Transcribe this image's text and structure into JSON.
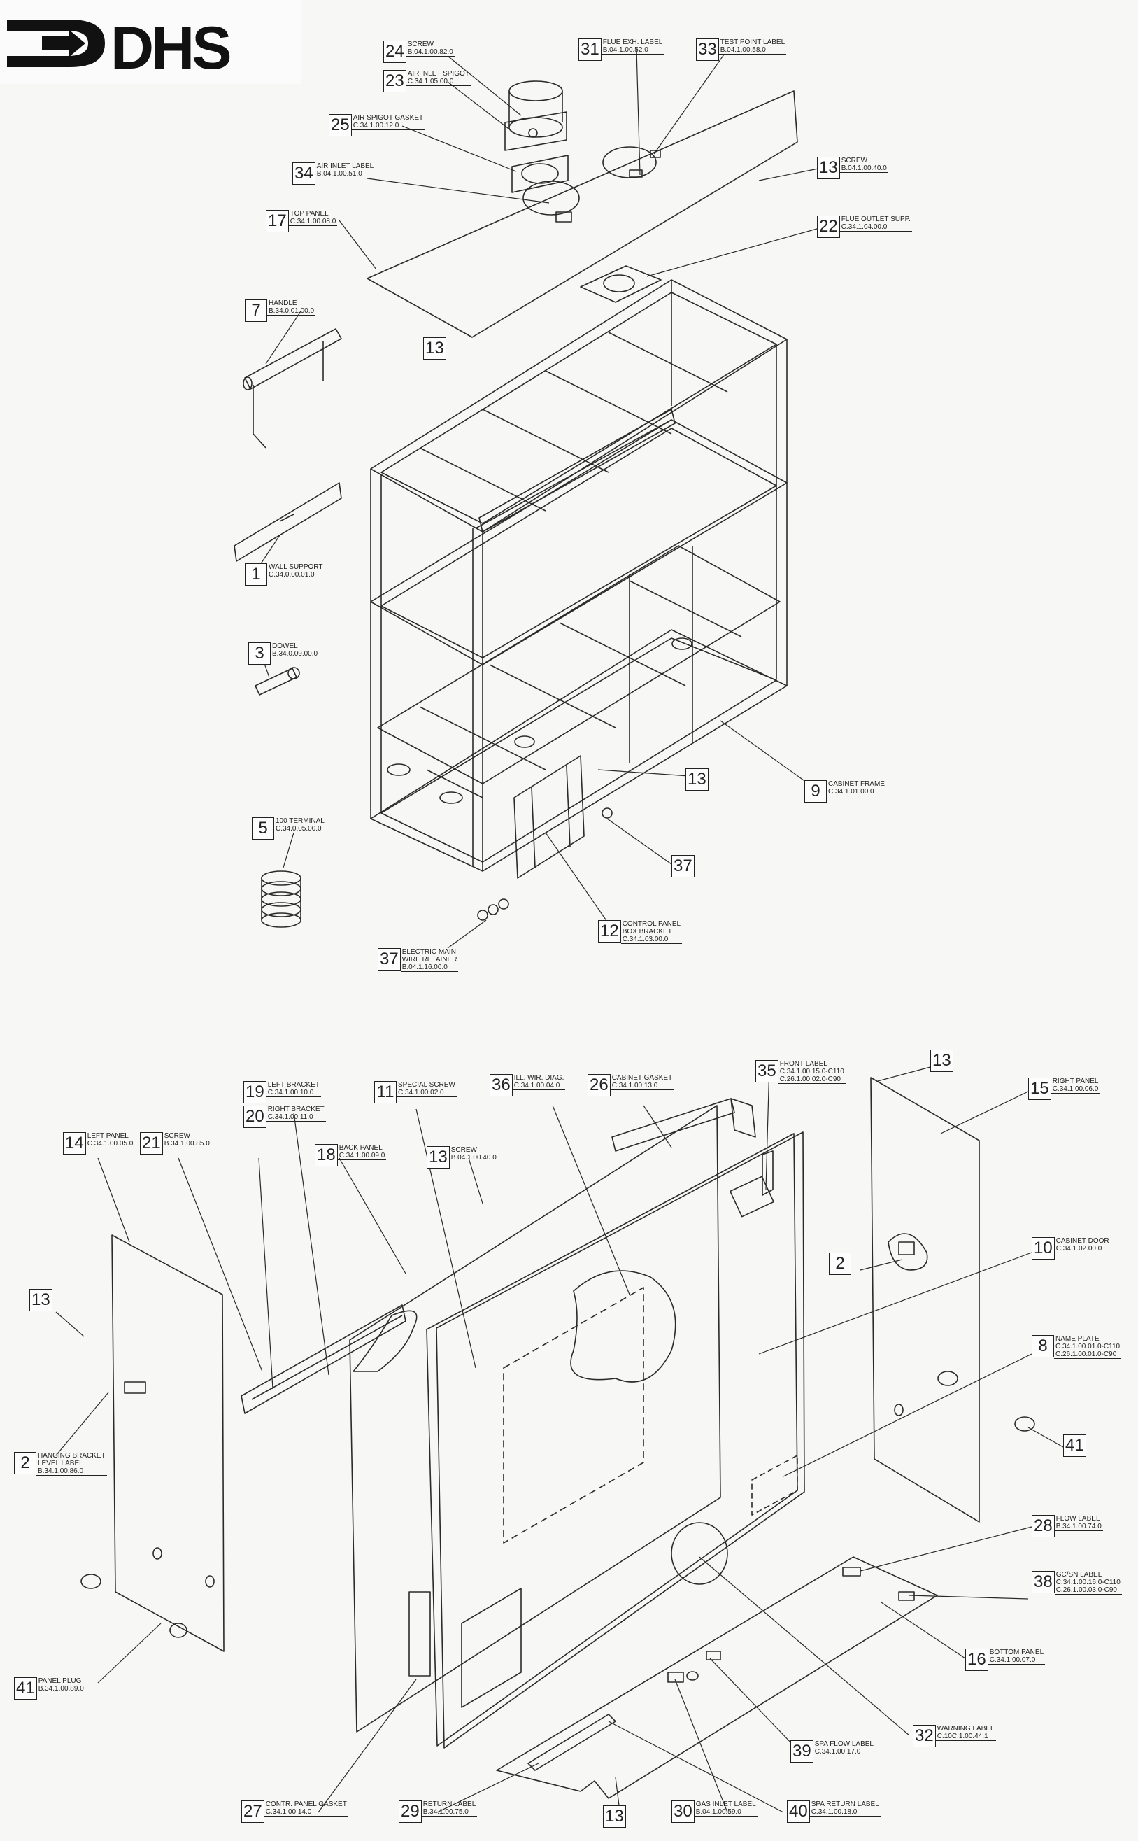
{
  "logo": {
    "text": "DHS"
  },
  "upper_callouts": [
    {
      "id": "c24",
      "num": "24",
      "lines": [
        "SCREW",
        "B.04.1.00.82.0"
      ]
    },
    {
      "id": "c23",
      "num": "23",
      "lines": [
        "AIR INLET SPIGOT",
        "C.34.1.05.00.0"
      ]
    },
    {
      "id": "c25",
      "num": "25",
      "lines": [
        "AIR SPIGOT GASKET",
        "C.34.1.00.12.0"
      ]
    },
    {
      "id": "c34",
      "num": "34",
      "lines": [
        "AIR INLET LABEL",
        "B.04.1.00.51.0"
      ]
    },
    {
      "id": "c17",
      "num": "17",
      "lines": [
        "TOP PANEL",
        "C.34.1.00.08.0"
      ]
    },
    {
      "id": "c31",
      "num": "31",
      "lines": [
        "FLUE EXH. LABEL",
        "B.04.1.00.52.0"
      ]
    },
    {
      "id": "c33",
      "num": "33",
      "lines": [
        "TEST POINT LABEL",
        "B.04.1.00.58.0"
      ]
    },
    {
      "id": "c13a",
      "num": "13",
      "lines": [
        "SCREW",
        "B.04.1.00.40.0"
      ]
    },
    {
      "id": "c22",
      "num": "22",
      "lines": [
        "FLUE OUTLET SUPP.",
        "C.34.1.04.00.0"
      ]
    },
    {
      "id": "c7",
      "num": "7",
      "lines": [
        "HANDLE",
        "B.34.0.01.00.0"
      ]
    },
    {
      "id": "c13b",
      "num": "13",
      "lines": []
    },
    {
      "id": "c1",
      "num": "1",
      "lines": [
        "WALL SUPPORT",
        "C.34.0.00.01.0"
      ]
    },
    {
      "id": "c3",
      "num": "3",
      "lines": [
        "DOWEL",
        "B.34.0.09.00.0"
      ]
    },
    {
      "id": "c5",
      "num": "5",
      "lines": [
        "100 TERMINAL",
        "C.34.0.05.00.0"
      ]
    },
    {
      "id": "c13c",
      "num": "13",
      "lines": []
    },
    {
      "id": "c9",
      "num": "9",
      "lines": [
        "CABINET FRAME",
        "C.34.1.01.00.0"
      ]
    },
    {
      "id": "c37a",
      "num": "37",
      "lines": []
    },
    {
      "id": "c12",
      "num": "12",
      "lines": [
        "CONTROL PANEL",
        "BOX BRACKET",
        "C.34.1.03.00.0"
      ]
    },
    {
      "id": "c37b",
      "num": "37",
      "lines": [
        "ELECTRIC MAIN",
        "WIRE RETAINER",
        "B.04.1.16.00.0"
      ]
    }
  ],
  "lower_callouts": [
    {
      "id": "c13d",
      "num": "13",
      "lines": []
    },
    {
      "id": "c15",
      "num": "15",
      "lines": [
        "RIGHT PANEL",
        "C.34.1.00.06.0"
      ]
    },
    {
      "id": "c35",
      "num": "35",
      "lines": [
        "FRONT LABEL",
        "C.34.1.00.15.0-C110",
        "C.26.1.00.02.0-C90"
      ]
    },
    {
      "id": "c36",
      "num": "36",
      "lines": [
        "ILL. WIR. DIAG.",
        "C.34.1.00.04.0"
      ]
    },
    {
      "id": "c26",
      "num": "26",
      "lines": [
        "CABINET GASKET",
        "C.34.1.00.13.0"
      ]
    },
    {
      "id": "c11",
      "num": "11",
      "lines": [
        "SPECIAL SCREW",
        "C.34.1.00.02.0"
      ]
    },
    {
      "id": "c19",
      "num": "19",
      "lines": [
        "LEFT BRACKET",
        "C.34.1.00.10.0"
      ]
    },
    {
      "id": "c20",
      "num": "20",
      "lines": [
        "RIGHT BRACKET",
        "C.34.1.00.11.0"
      ]
    },
    {
      "id": "c14",
      "num": "14",
      "lines": [
        "LEFT PANEL",
        "C.34.1.00.05.0"
      ]
    },
    {
      "id": "c21",
      "num": "21",
      "lines": [
        "SCREW",
        "B.34.1.00.85.0"
      ]
    },
    {
      "id": "c18",
      "num": "18",
      "lines": [
        "BACK PANEL",
        "C.34.1.00.09.0"
      ]
    },
    {
      "id": "c13e",
      "num": "13",
      "lines": [
        "SCREW",
        "B.04.1.00.40.0"
      ]
    },
    {
      "id": "c13f",
      "num": "13",
      "lines": []
    },
    {
      "id": "c2a",
      "num": "2",
      "lines": []
    },
    {
      "id": "c10",
      "num": "10",
      "lines": [
        "CABINET DOOR",
        "C.34.1.02.00.0"
      ]
    },
    {
      "id": "c8",
      "num": "8",
      "lines": [
        "NAME PLATE",
        "C.34.1.00.01.0-C110",
        "C.26.1.00.01.0-C90"
      ]
    },
    {
      "id": "c41a",
      "num": "41",
      "lines": []
    },
    {
      "id": "c2b",
      "num": "2",
      "lines": [
        "HANGING BRACKET",
        "LEVEL LABEL",
        "B.34.1.00.86.0"
      ]
    },
    {
      "id": "c28",
      "num": "28",
      "lines": [
        "FLOW LABEL",
        "B.34.1.00.74.0"
      ]
    },
    {
      "id": "c38",
      "num": "38",
      "lines": [
        "GC/SN LABEL",
        "C.34.1.00.16.0-C110",
        "C.26.1.00.03.0-C90"
      ]
    },
    {
      "id": "c16",
      "num": "16",
      "lines": [
        "BOTTOM PANEL",
        "C.34.1.00.07.0"
      ]
    },
    {
      "id": "c41b",
      "num": "41",
      "lines": [
        "PANEL PLUG",
        "B.34.1.00.89.0"
      ]
    },
    {
      "id": "c32",
      "num": "32",
      "lines": [
        "WARNING LABEL",
        "C.10C.1.00.44.1"
      ]
    },
    {
      "id": "c39",
      "num": "39",
      "lines": [
        "SPA FLOW LABEL",
        "C.34.1.00.17.0"
      ]
    },
    {
      "id": "c27",
      "num": "27",
      "lines": [
        "CONTR. PANEL GASKET",
        "C.34.1.00.14.0"
      ]
    },
    {
      "id": "c29",
      "num": "29",
      "lines": [
        "RETURN LABEL",
        "B.34.1.00.75.0"
      ]
    },
    {
      "id": "c13g",
      "num": "13",
      "lines": []
    },
    {
      "id": "c30",
      "num": "30",
      "lines": [
        "GAS INLET LABEL",
        "B.04.1.00.59.0"
      ]
    },
    {
      "id": "c40",
      "num": "40",
      "lines": [
        "SPA RETURN LABEL",
        "C.34.1.00.18.0"
      ]
    }
  ]
}
